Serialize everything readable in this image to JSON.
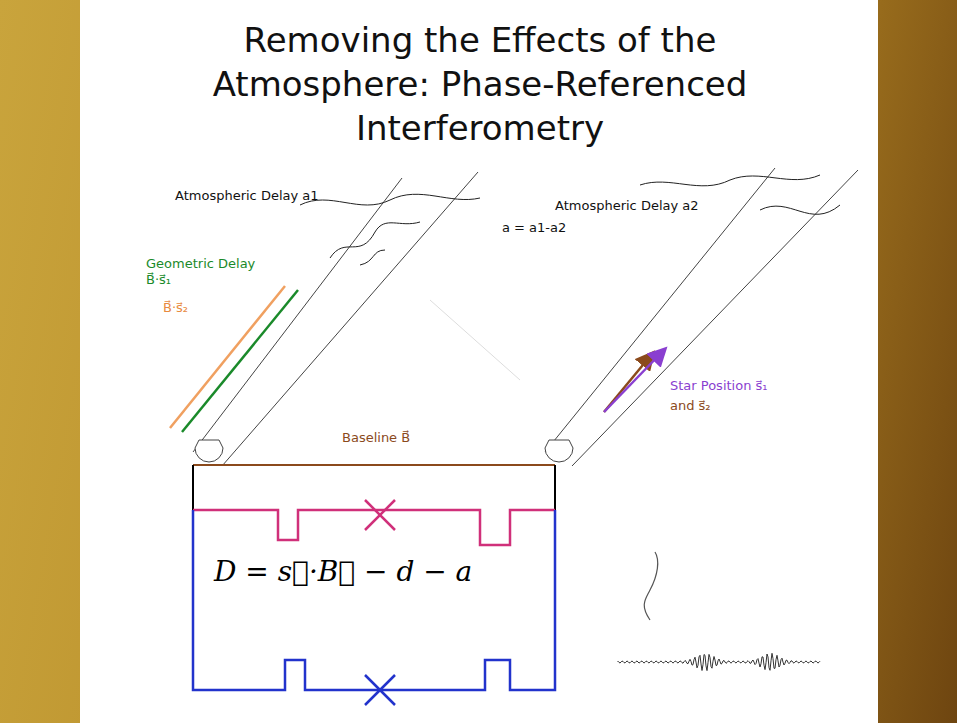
{
  "diagram": {
    "title": "Removing the Effects of the Atmosphere: Phase-Referenced Interferometry",
    "nodes": [
      {
        "text": [
          "D = s⃗·B⃗ − d − a"
        ]
      }
    ],
    "labels": [
      "Atmospheric Delay a1",
      "Atmospheric Delay a2",
      "a = a1-a2",
      "Geometric Delay",
      "B⃗·s⃗₁",
      "B⃗·s⃗₂",
      "Star Position s⃗₁",
      "and s⃗₂",
      "Baseline B⃗"
    ]
  }
}
